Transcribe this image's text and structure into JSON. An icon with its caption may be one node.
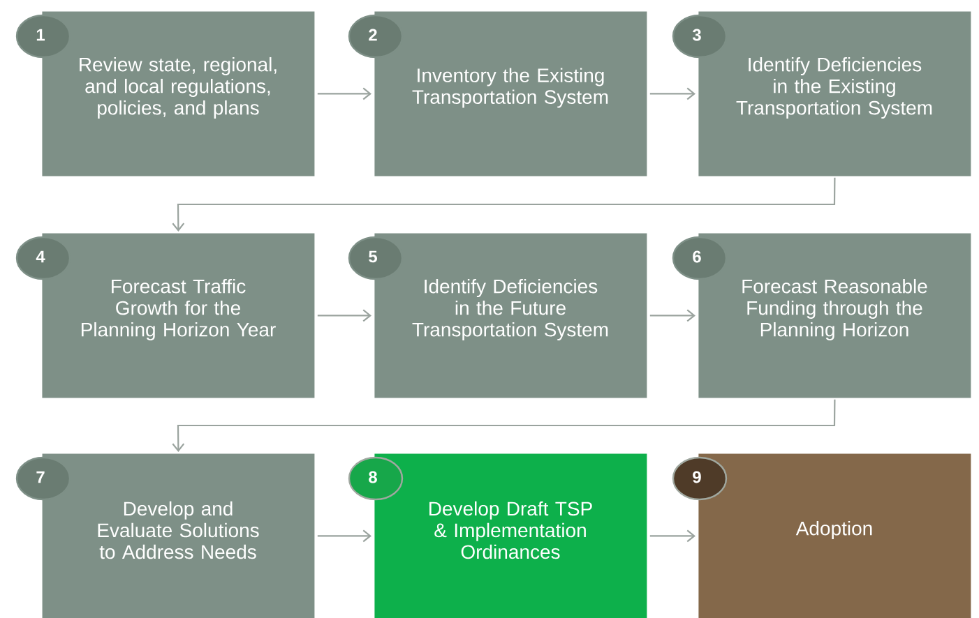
{
  "diagram": {
    "nodes": [
      {
        "text": [
          "1",
          "Review state, regional, and local regulations, policies, and plans"
        ]
      },
      {
        "text": [
          "2",
          "Inventory the Existing Transportation System"
        ]
      },
      {
        "text": [
          "3",
          "Identify Deficiencies in the Existing Transportation System"
        ]
      },
      {
        "text": [
          "4",
          "Forecast Traffic Growth for the Planning Horizon Year"
        ]
      },
      {
        "text": [
          "5",
          "Identify Deficiencies in the Future Transportation System"
        ]
      },
      {
        "text": [
          "6",
          "Forecast Reasonable Funding through the Planning Horizon"
        ]
      },
      {
        "text": [
          "7",
          "Develop and Evaluate Solutions to Address Needs"
        ]
      },
      {
        "text": [
          "8",
          "Develop Draft TSP & Implementation Ordinances"
        ]
      },
      {
        "text": [
          "9",
          "Adoption"
        ]
      }
    ],
    "edges": [
      {
        "from": 0,
        "to": 1,
        "arrow": "to"
      },
      {
        "from": 1,
        "to": 2,
        "arrow": "to"
      },
      {
        "from": 2,
        "to": 3,
        "arrow": "to"
      },
      {
        "from": 3,
        "to": 4,
        "arrow": "to"
      },
      {
        "from": 4,
        "to": 5,
        "arrow": "to"
      },
      {
        "from": 5,
        "to": 6,
        "arrow": "to"
      },
      {
        "from": 6,
        "to": 7,
        "arrow": "to"
      },
      {
        "from": 7,
        "to": 8,
        "arrow": "to"
      }
    ]
  }
}
